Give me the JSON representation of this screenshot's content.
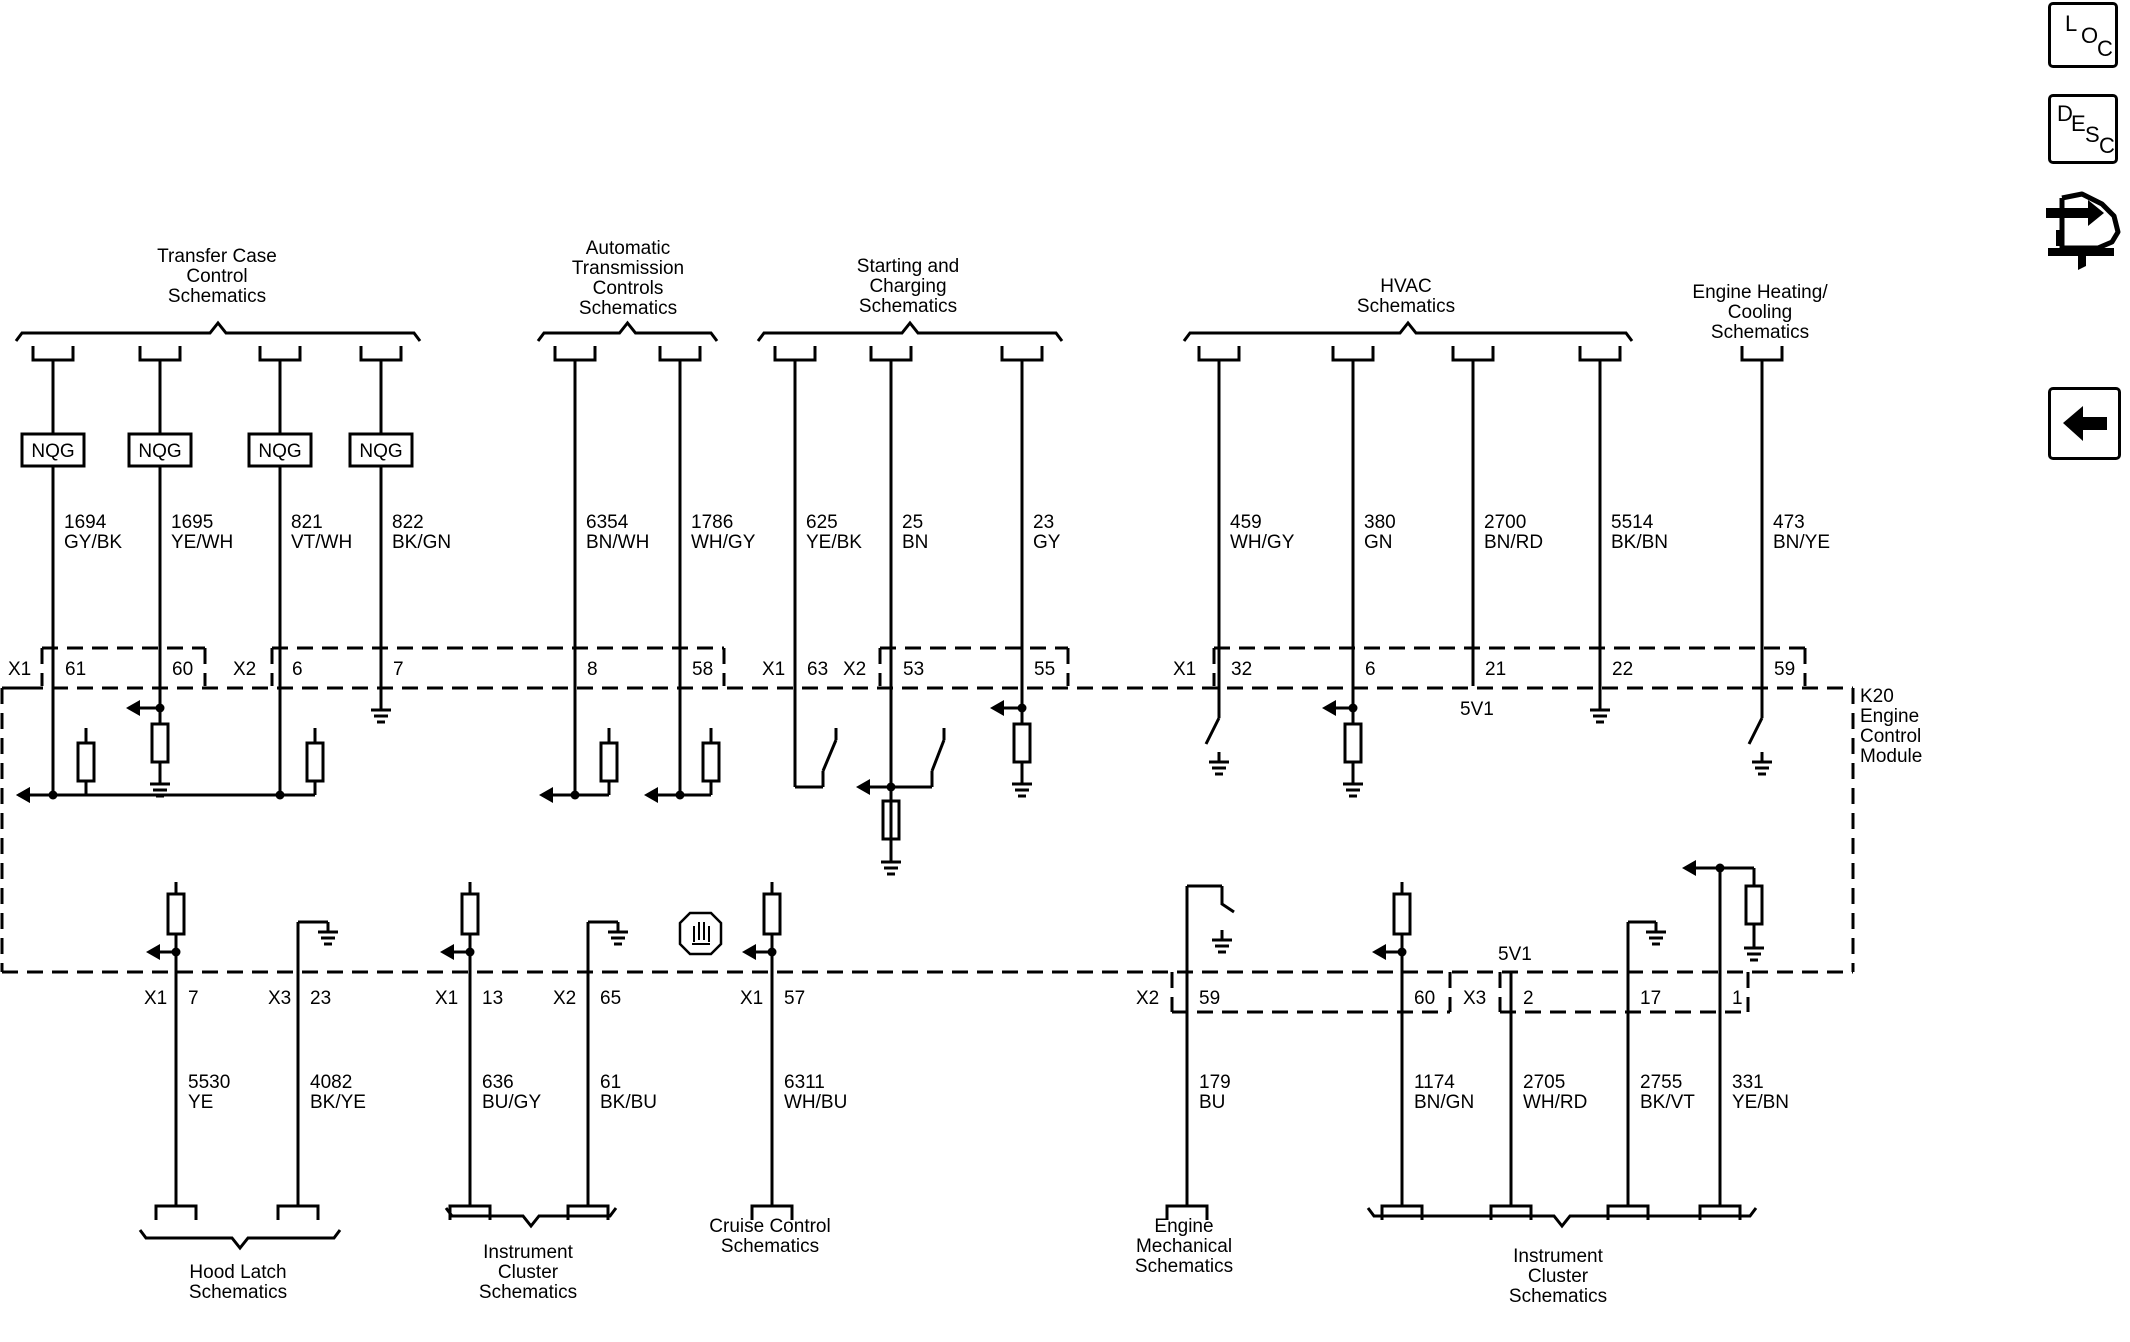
{
  "module_label": [
    "K20",
    "Engine",
    "Control",
    "Module"
  ],
  "nav": {
    "loc": [
      "L",
      "O",
      "C"
    ],
    "desc": [
      "D",
      "E",
      "S",
      "C"
    ]
  },
  "headers_top": [
    {
      "lines": [
        "Transfer Case",
        "Control",
        "Schematics"
      ]
    },
    {
      "lines": [
        "Automatic",
        "Transmission",
        "Controls",
        "Schematics"
      ]
    },
    {
      "lines": [
        "Starting and",
        "Charging",
        "Schematics"
      ]
    },
    {
      "lines": [
        "HVAC",
        "Schematics"
      ]
    },
    {
      "lines": [
        "Engine Heating/",
        "Cooling",
        "Schematics"
      ]
    }
  ],
  "headers_bottom": [
    {
      "lines": [
        "Hood Latch",
        "Schematics"
      ]
    },
    {
      "lines": [
        "Instrument",
        "Cluster",
        "Schematics"
      ]
    },
    {
      "lines": [
        "Cruise Control",
        "Schematics"
      ]
    },
    {
      "lines": [
        "Engine",
        "Mechanical",
        "Schematics"
      ]
    },
    {
      "lines": [
        "Instrument",
        "Cluster",
        "Schematics"
      ]
    }
  ],
  "nqg_label": "NQG",
  "connectors_top": [
    "X1",
    "X2",
    "X1",
    "X2",
    "X1"
  ],
  "connectors_bottom": [
    "X1",
    "X3",
    "X1",
    "X2",
    "X1",
    "X2",
    "X3"
  ],
  "voltage_labels": [
    "5V1",
    "5V1"
  ],
  "wires_top": [
    {
      "circuit": "1694",
      "color": "GY/BK",
      "pin": "61"
    },
    {
      "circuit": "1695",
      "color": "YE/WH",
      "pin": "60"
    },
    {
      "circuit": "821",
      "color": "VT/WH",
      "pin": "6"
    },
    {
      "circuit": "822",
      "color": "BK/GN",
      "pin": "7"
    },
    {
      "circuit": "6354",
      "color": "BN/WH",
      "pin": "8"
    },
    {
      "circuit": "1786",
      "color": "WH/GY",
      "pin": "58"
    },
    {
      "circuit": "625",
      "color": "YE/BK",
      "pin": "63"
    },
    {
      "circuit": "25",
      "color": "BN",
      "pin": "53"
    },
    {
      "circuit": "23",
      "color": "GY",
      "pin": "55"
    },
    {
      "circuit": "459",
      "color": "WH/GY",
      "pin": "32"
    },
    {
      "circuit": "380",
      "color": "GN",
      "pin": "6"
    },
    {
      "circuit": "2700",
      "color": "BN/RD",
      "pin": "21"
    },
    {
      "circuit": "5514",
      "color": "BK/BN",
      "pin": "22"
    },
    {
      "circuit": "473",
      "color": "BN/YE",
      "pin": "59"
    }
  ],
  "wires_bottom": [
    {
      "circuit": "5530",
      "color": "YE",
      "pin": "7"
    },
    {
      "circuit": "4082",
      "color": "BK/YE",
      "pin": "23"
    },
    {
      "circuit": "636",
      "color": "BU/GY",
      "pin": "13"
    },
    {
      "circuit": "61",
      "color": "BK/BU",
      "pin": "65"
    },
    {
      "circuit": "6311",
      "color": "WH/BU",
      "pin": "57"
    },
    {
      "circuit": "179",
      "color": "BU",
      "pin": "59"
    },
    {
      "circuit": "1174",
      "color": "BN/GN",
      "pin": "60"
    },
    {
      "circuit": "2705",
      "color": "WH/RD",
      "pin": "2"
    },
    {
      "circuit": "2755",
      "color": "BK/VT",
      "pin": "17"
    },
    {
      "circuit": "331",
      "color": "YE/BN",
      "pin": "1"
    }
  ]
}
